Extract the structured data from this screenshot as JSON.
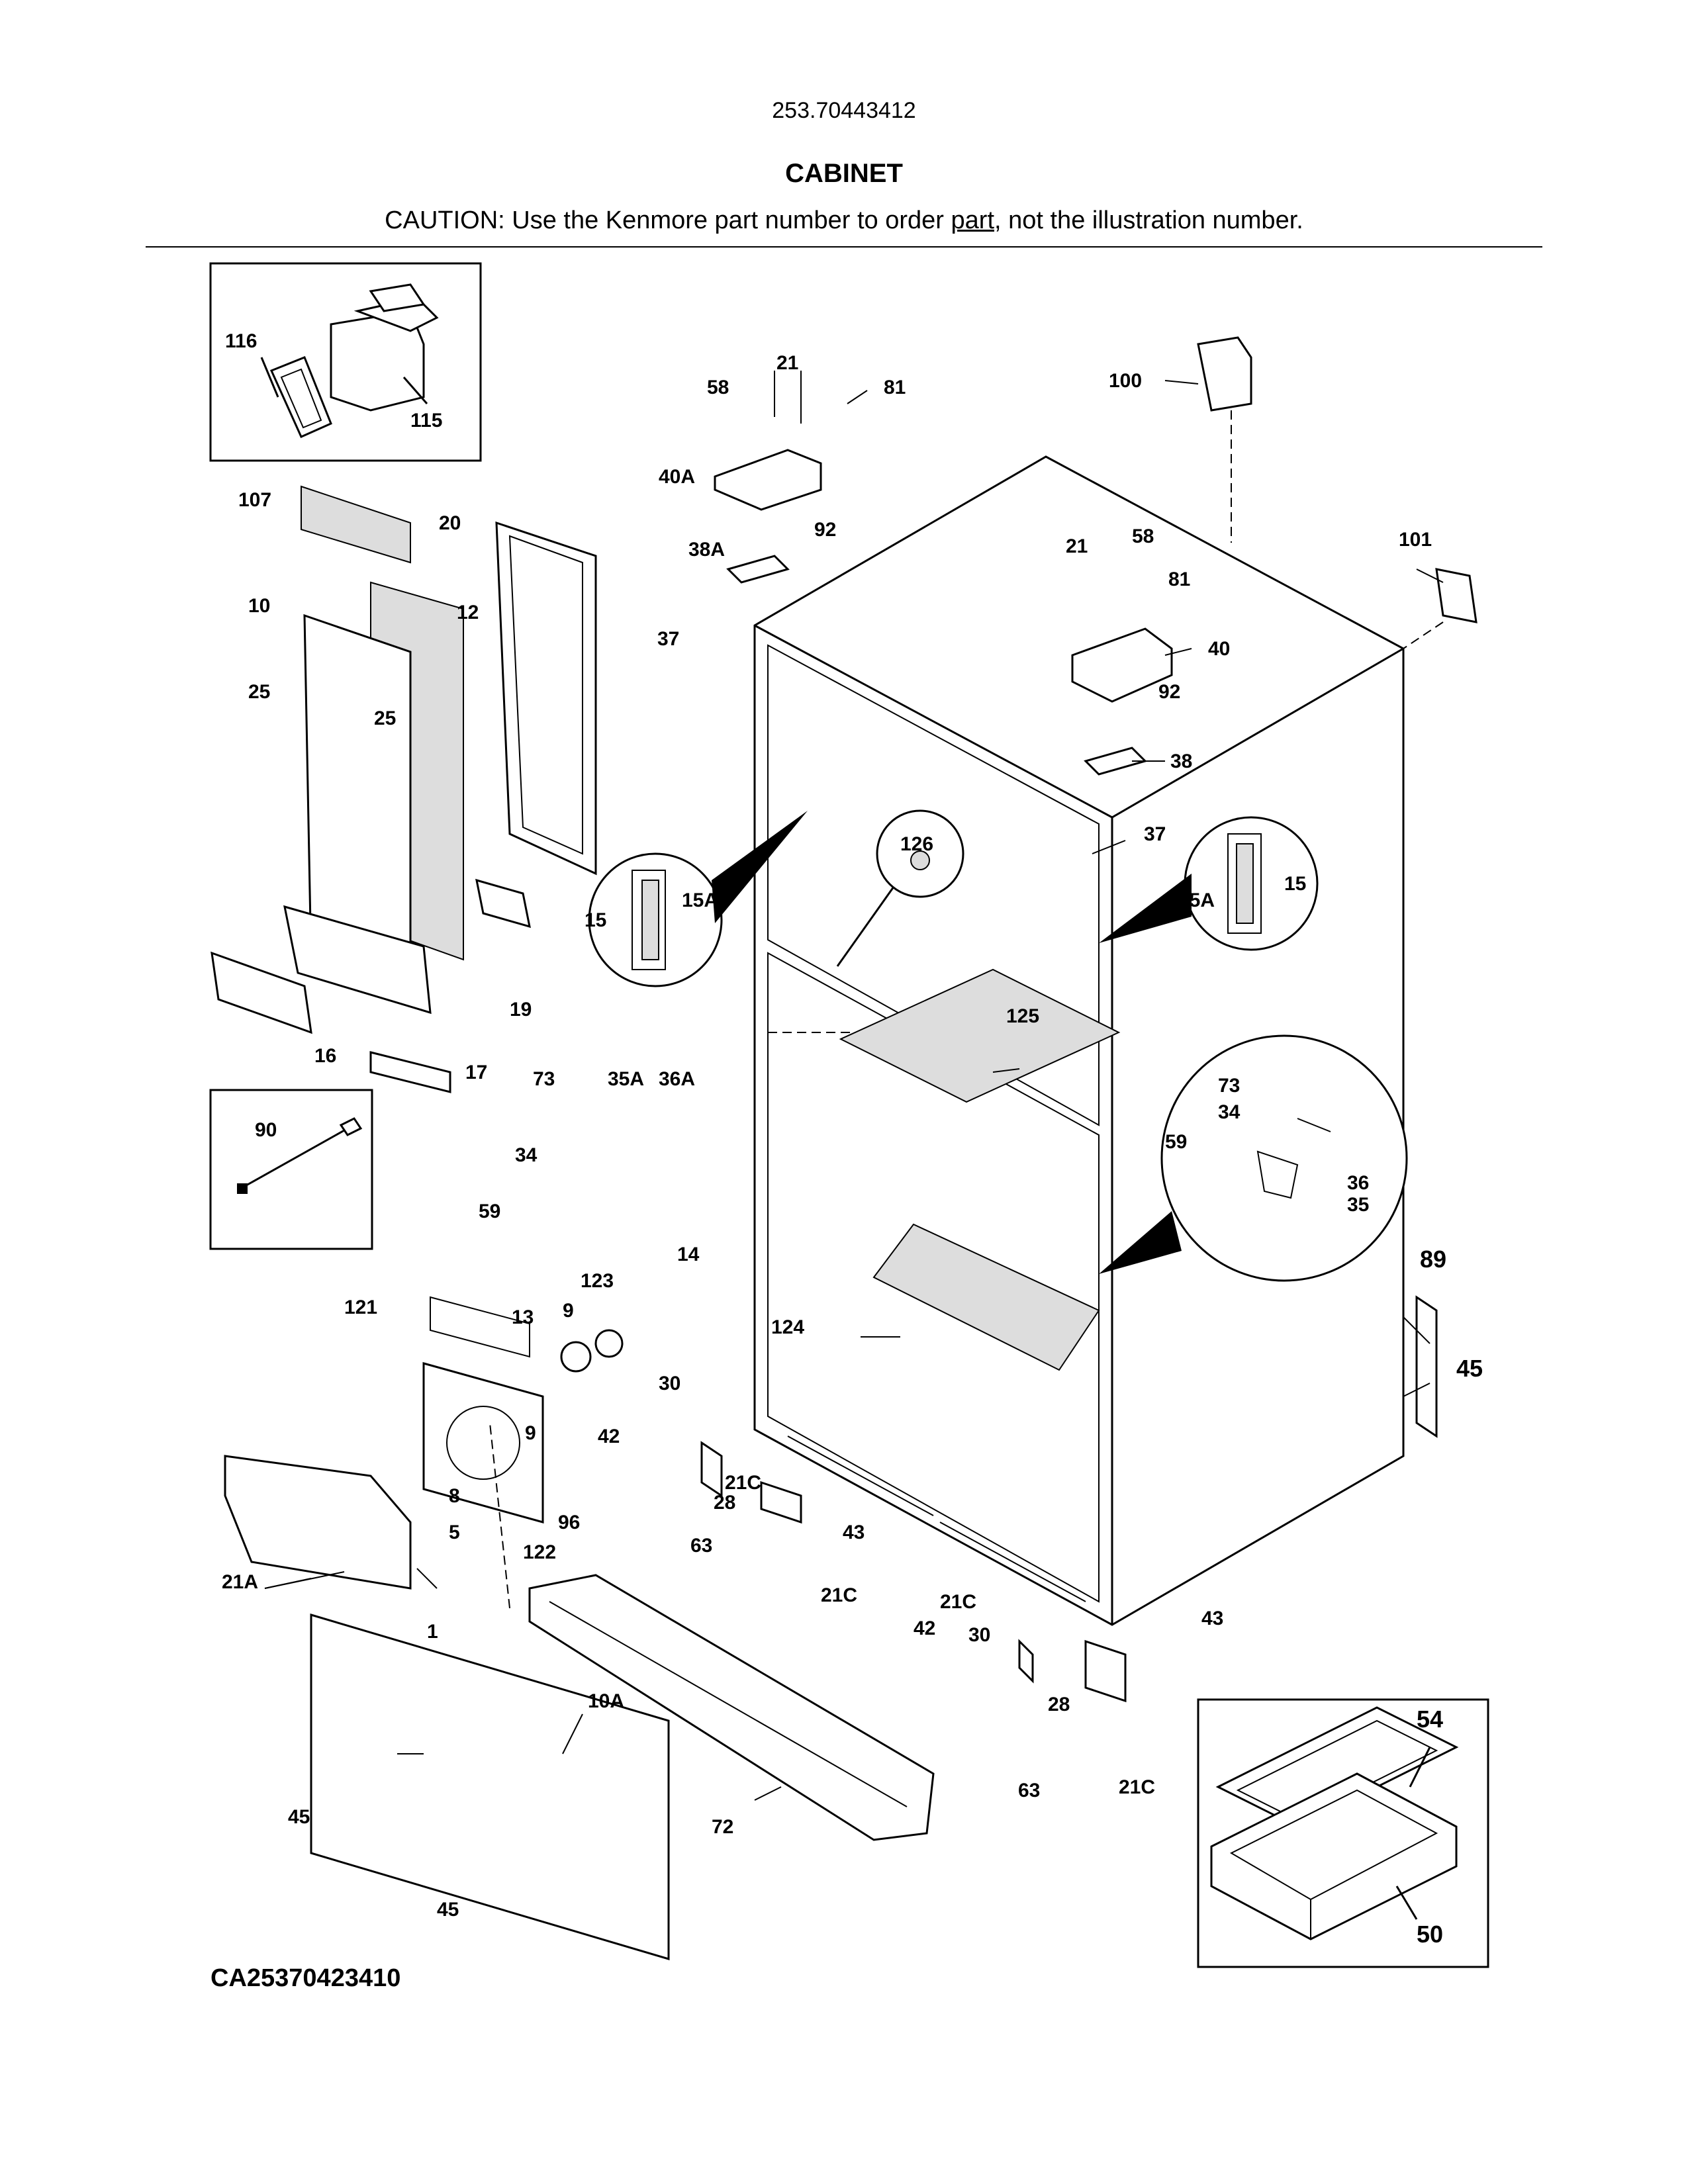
{
  "header": {
    "model_number": "253.70443412",
    "section_title": "CABINET",
    "caution_prefix": "CAUTION: Use the Kenmore part number to order ",
    "caution_link": "part",
    "caution_suffix": ", not the illustration number."
  },
  "footer": {
    "diagram_code": "CA25370423410"
  },
  "callouts": {
    "c116": "116",
    "c115": "115",
    "c107": "107",
    "c20": "20",
    "c10": "10",
    "c12": "12",
    "c25a": "25",
    "c25b": "25",
    "c19": "19",
    "c16": "16",
    "c17": "17",
    "c90": "90",
    "c58a": "58",
    "c21a": "21",
    "c81a": "81",
    "c40A": "40A",
    "c92a": "92",
    "c38A": "38A",
    "c37a": "37",
    "c100": "100",
    "c101": "101",
    "c21b": "21",
    "c58b": "58",
    "c81b": "81",
    "c40": "40",
    "c92b": "92",
    "c38": "38",
    "c37b": "37",
    "c126": "126",
    "c15a": "15",
    "c15Aa": "15A",
    "c15Ab": "15A",
    "c15b": "15",
    "c125": "125",
    "c73a": "73",
    "c35A": "35A",
    "c36A": "36A",
    "c34a": "34",
    "c59a": "59",
    "c73b": "73",
    "c34b": "34",
    "c59b": "59",
    "c36": "36",
    "c35": "35",
    "c89": "89",
    "c45a": "45",
    "c14": "14",
    "c124": "124",
    "c121": "121",
    "c13": "13",
    "c9a": "9",
    "c123": "123",
    "c9b": "9",
    "c30a": "30",
    "c42a": "42",
    "c21Ca": "21C",
    "c28a": "28",
    "c63a": "63",
    "c43a": "43",
    "c21Cb": "21C",
    "c8": "8",
    "c5": "5",
    "c96": "96",
    "c122": "122",
    "c21A": "21A",
    "c1": "1",
    "c10A": "10A",
    "c45b": "45",
    "c45c": "45",
    "c72": "72",
    "c21Cc": "21C",
    "c30b": "30",
    "c42b": "42",
    "c43b": "43",
    "c28b": "28",
    "c63b": "63",
    "c21Cd": "21C",
    "c54": "54",
    "c50": "50"
  }
}
